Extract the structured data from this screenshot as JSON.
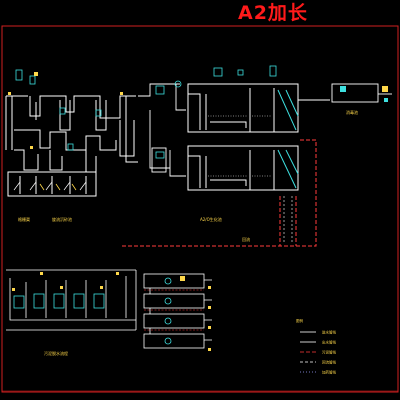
{
  "title": "A2加长",
  "labels": {
    "left_section": "格栅渠",
    "mid_section": "旋流沉砂池",
    "right_section": "A2/O生化池",
    "outlet": "消毒池",
    "return_line": "回流",
    "sludge_section": "污泥脱水流程"
  },
  "legend": {
    "heading": "图例",
    "items": [
      {
        "label": "进水管线",
        "color": "#ffffff",
        "dash": ""
      },
      {
        "label": "出水管线",
        "color": "#ffffff",
        "dash": ""
      },
      {
        "label": "污泥管线",
        "color": "#ff3b3b",
        "dash": "4 2"
      },
      {
        "label": "回流管线",
        "color": "#ffffff",
        "dash": "3 2"
      },
      {
        "label": "加药管线",
        "color": "#9aa0ff",
        "dash": "1 2"
      }
    ]
  },
  "colors": {
    "background": "#000000",
    "frame": "#d02020",
    "pipe": "#ffffff",
    "title": "#ff1a1a",
    "label": "#ffd84a",
    "equipment": "#3ee0e0"
  }
}
